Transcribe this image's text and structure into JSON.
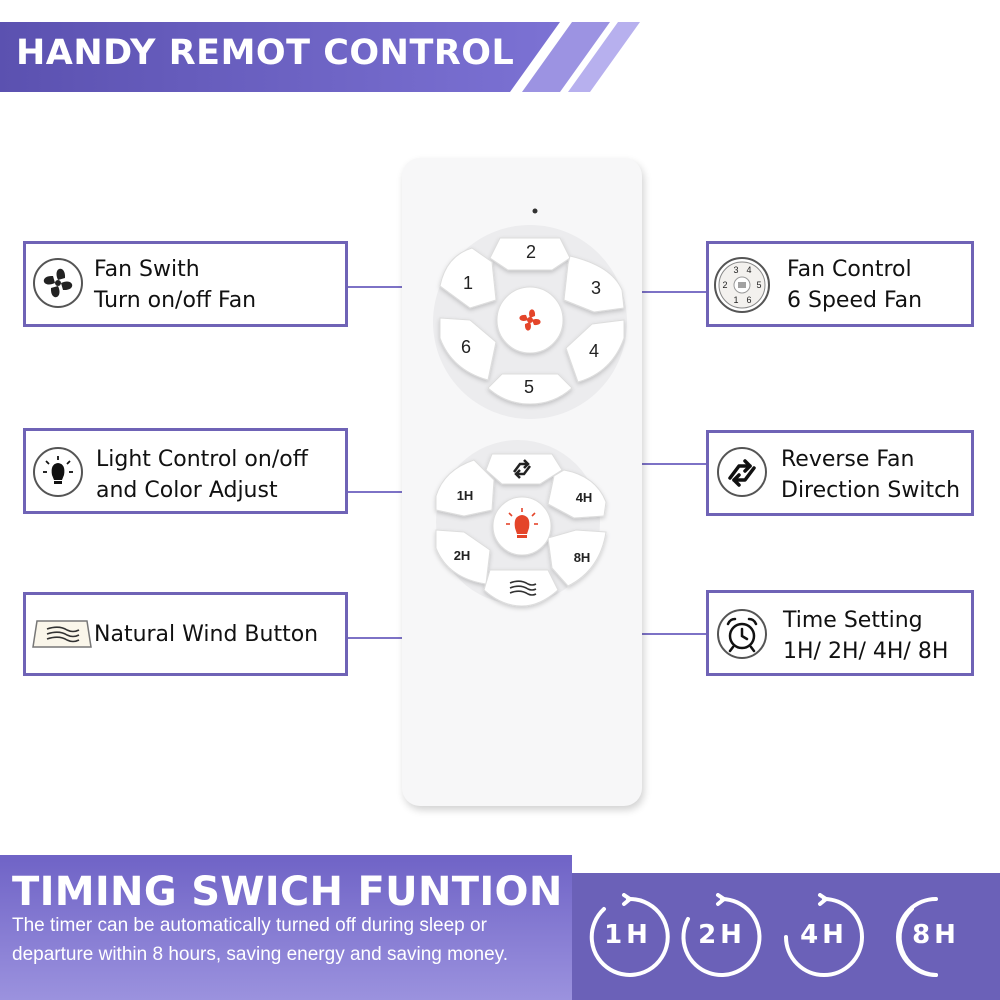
{
  "header": {
    "title": "HANDY REMOT CONTROL"
  },
  "remote": {
    "speed_buttons": [
      "1",
      "2",
      "3",
      "4",
      "5",
      "6"
    ],
    "timer_buttons": [
      "1H",
      "2H",
      "4H",
      "8H"
    ]
  },
  "callouts": {
    "fan_switch": {
      "line1": "Fan Swith",
      "line2": "Turn on/off Fan",
      "icon": "fan-icon"
    },
    "light_control": {
      "line1": "Light Control on/off",
      "line2": "and Color Adjust",
      "icon": "bulb-icon"
    },
    "natural_wind": {
      "line1": "Natural Wind Button",
      "icon": "wind-icon"
    },
    "fan_control": {
      "line1": "Fan Control",
      "line2": "6 Speed Fan",
      "icon": "speed-dial-icon",
      "dial": [
        "3",
        "4",
        "2",
        "5",
        "1",
        "6"
      ]
    },
    "reverse_fan": {
      "line1": "Reverse Fan",
      "line2": "Direction Switch",
      "icon": "reverse-arrows-icon"
    },
    "time_setting": {
      "line1": "Time Setting",
      "line2": "1H/ 2H/ 4H/ 8H",
      "icon": "alarm-clock-icon"
    }
  },
  "timing": {
    "title": "TIMING SWICH FUNTION",
    "description": "The timer can be automatically turned off during sleep or departure within 8 hours, saving energy and saving money.",
    "badges": [
      "1H",
      "2H",
      "4H",
      "8H"
    ]
  },
  "colors": {
    "accent": "#6f63b6",
    "banner": "#5f55b4",
    "icon_red": "#e4442c"
  }
}
